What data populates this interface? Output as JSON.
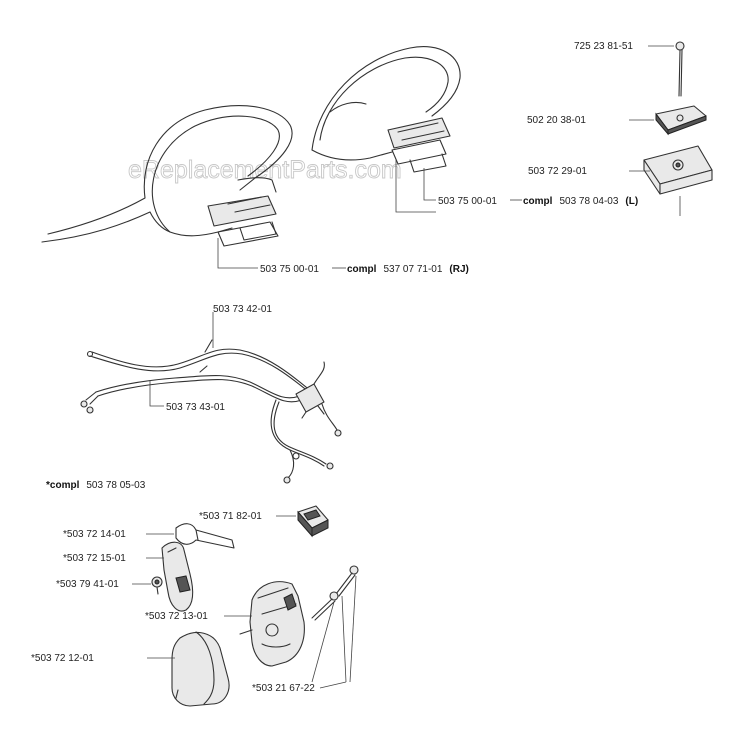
{
  "watermark": "eReplacementParts.com",
  "handles": {
    "right": {
      "part": "503 75 00-01",
      "compl_word": "compl",
      "compl_number": "537 07 71-01",
      "variant": "(RJ)"
    },
    "left": {
      "part": "503 75 00-01",
      "compl_word": "compl",
      "compl_number": "503 78 04-03",
      "variant": "(L)"
    }
  },
  "fastener": {
    "bolt": "725 23 81-51",
    "nut": "502 20 38-01",
    "clamp": "503 72 29-01"
  },
  "wires": {
    "upper": "503 73 42-01",
    "lower": "503 73 43-01"
  },
  "kit": {
    "prefix": "*",
    "compl_word": "compl",
    "number": "503 78 05-03"
  },
  "controls": {
    "switch": "*503 71 82-01",
    "trigger_lever": "*503 72 14-01",
    "throttle_lock": "*503 72 15-01",
    "screw": "*503 79 41-01",
    "housing_half": "*503 72 13-01",
    "cover": "*503 72 12-01",
    "screws": "*503 21 67-22"
  }
}
